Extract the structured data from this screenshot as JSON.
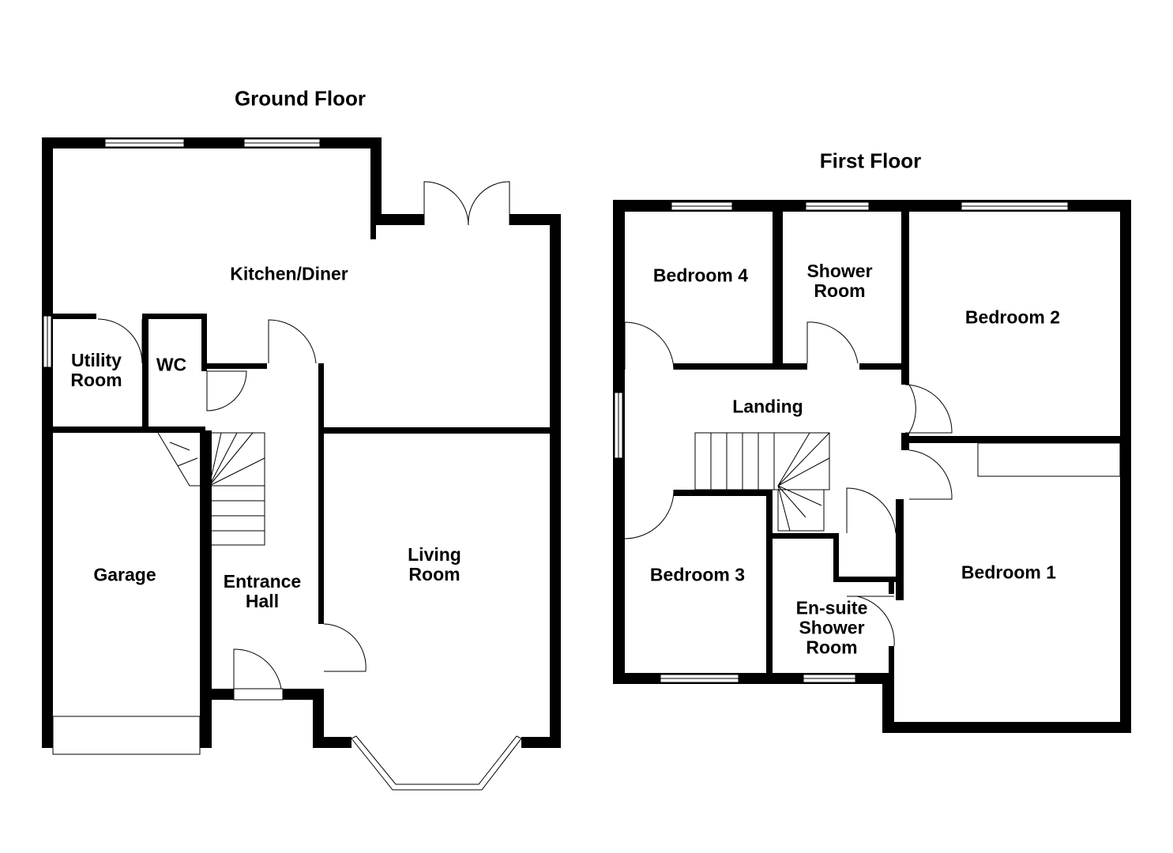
{
  "floors": [
    {
      "title": "Ground Floor",
      "rooms": [
        "Kitchen/Diner",
        "Utility Room",
        "WC",
        "Garage",
        "Entrance Hall",
        "Living Room"
      ]
    },
    {
      "title": "First Floor",
      "rooms": [
        "Bedroom 4",
        "Shower Room",
        "Bedroom 2",
        "Landing",
        "Bedroom 3",
        "En-suite Shower Room",
        "Bedroom 1"
      ]
    }
  ],
  "colors": {
    "wall": "#000000",
    "background": "#ffffff"
  }
}
